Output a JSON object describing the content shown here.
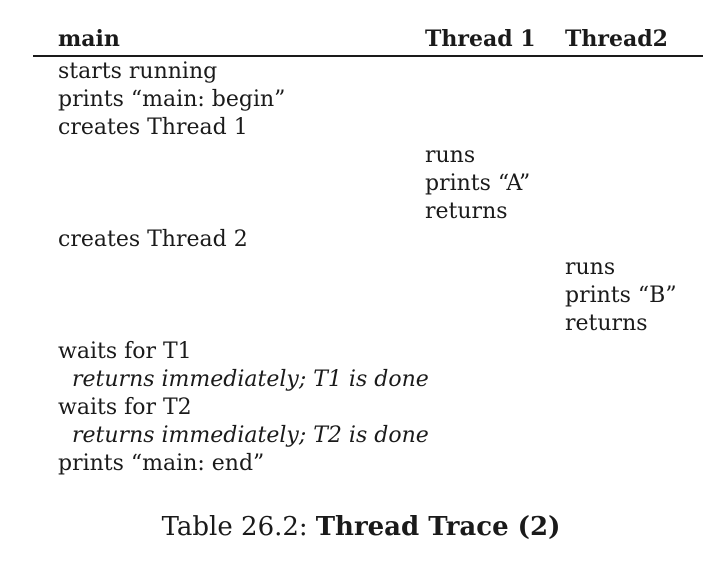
{
  "table": {
    "header": {
      "main": "main",
      "thread1": "Thread 1",
      "thread2": "Thread2"
    },
    "rows": [
      {
        "column": "main",
        "text": "starts running",
        "emphasis": false
      },
      {
        "column": "main",
        "text": "prints “main: begin”",
        "emphasis": false
      },
      {
        "column": "main",
        "text": "creates Thread 1",
        "emphasis": false
      },
      {
        "column": "thread1",
        "text": "runs",
        "emphasis": false
      },
      {
        "column": "thread1",
        "text": "prints “A”",
        "emphasis": false
      },
      {
        "column": "thread1",
        "text": "returns",
        "emphasis": false
      },
      {
        "column": "main",
        "text": "creates Thread 2",
        "emphasis": false
      },
      {
        "column": "thread2",
        "text": "runs",
        "emphasis": false
      },
      {
        "column": "thread2",
        "text": "prints “B”",
        "emphasis": false
      },
      {
        "column": "thread2",
        "text": "returns",
        "emphasis": false
      },
      {
        "column": "main",
        "text": "waits for T1",
        "emphasis": false
      },
      {
        "column": "main",
        "text": "returns immediately; T1 is done",
        "emphasis": true
      },
      {
        "column": "main",
        "text": "waits for T2",
        "emphasis": false
      },
      {
        "column": "main",
        "text": "returns immediately; T2 is done",
        "emphasis": true
      },
      {
        "column": "main",
        "text": "prints “main: end”",
        "emphasis": false
      }
    ]
  },
  "caption": {
    "label": "Table 26.2:",
    "title": "Thread Trace (2)"
  },
  "colors": {
    "text": "#1a1a1a",
    "background": "#ffffff",
    "rule": "#1a1a1a"
  }
}
